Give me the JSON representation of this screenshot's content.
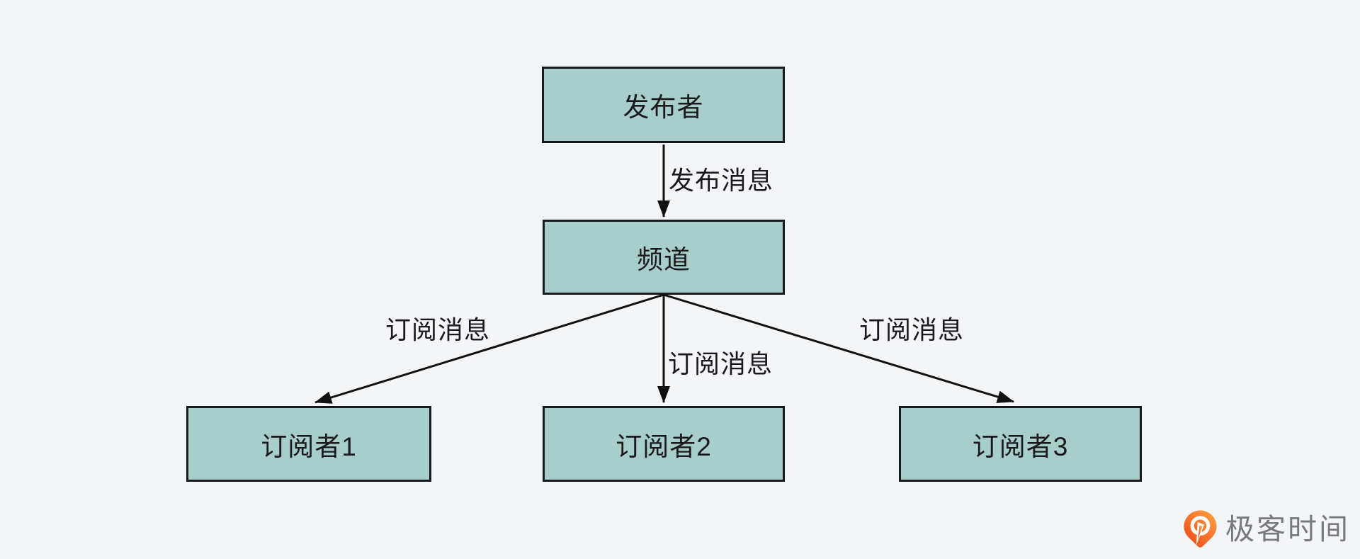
{
  "diagram": {
    "title_semantic": "redis-pub-sub-diagram",
    "nodes": [
      {
        "id": "publisher",
        "label": "发布者"
      },
      {
        "id": "channel",
        "label": "频道"
      },
      {
        "id": "subscriber1",
        "label": "订阅者1"
      },
      {
        "id": "subscriber2",
        "label": "订阅者2"
      },
      {
        "id": "subscriber3",
        "label": "订阅者3"
      }
    ],
    "edges": [
      {
        "from": "publisher",
        "to": "channel",
        "label": "发布消息"
      },
      {
        "from": "channel",
        "to": "subscriber1",
        "label": "订阅消息"
      },
      {
        "from": "channel",
        "to": "subscriber2",
        "label": "订阅消息"
      },
      {
        "from": "channel",
        "to": "subscriber3",
        "label": "订阅消息"
      }
    ]
  },
  "watermark": {
    "brand": "极客时间",
    "logo_icon": "geektime-logo"
  },
  "colors": {
    "bg": "#f4f5f7",
    "box_fill": "#a8cecb",
    "box_border": "#17191c",
    "arrow": "#111111",
    "text": "#1a1a1c",
    "brand_text": "#77797d",
    "logo_orange_light": "#ff9a3d",
    "logo_orange_dark": "#ee4f1d"
  }
}
